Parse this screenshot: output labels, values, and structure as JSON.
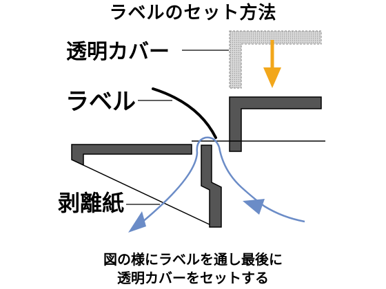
{
  "title": "ラベルのセット方法",
  "labels": {
    "cover": "透明カバー",
    "label": "ラベル",
    "release_paper": "剥離紙"
  },
  "caption": {
    "line1": "図の様にラベルを通し最後に",
    "line2": "透明カバーをセットする"
  },
  "colors": {
    "frame_fill": "#555555",
    "outline": "#000000",
    "cover_dots": "#bfbfbf",
    "insert_arrow": "#f2a71b",
    "path_line": "#6b8cc7"
  },
  "icons": {
    "insert_arrow": "down-arrow-icon",
    "path_arrow_out": "arrow-icon",
    "path_arrow_in": "arrow-icon"
  }
}
